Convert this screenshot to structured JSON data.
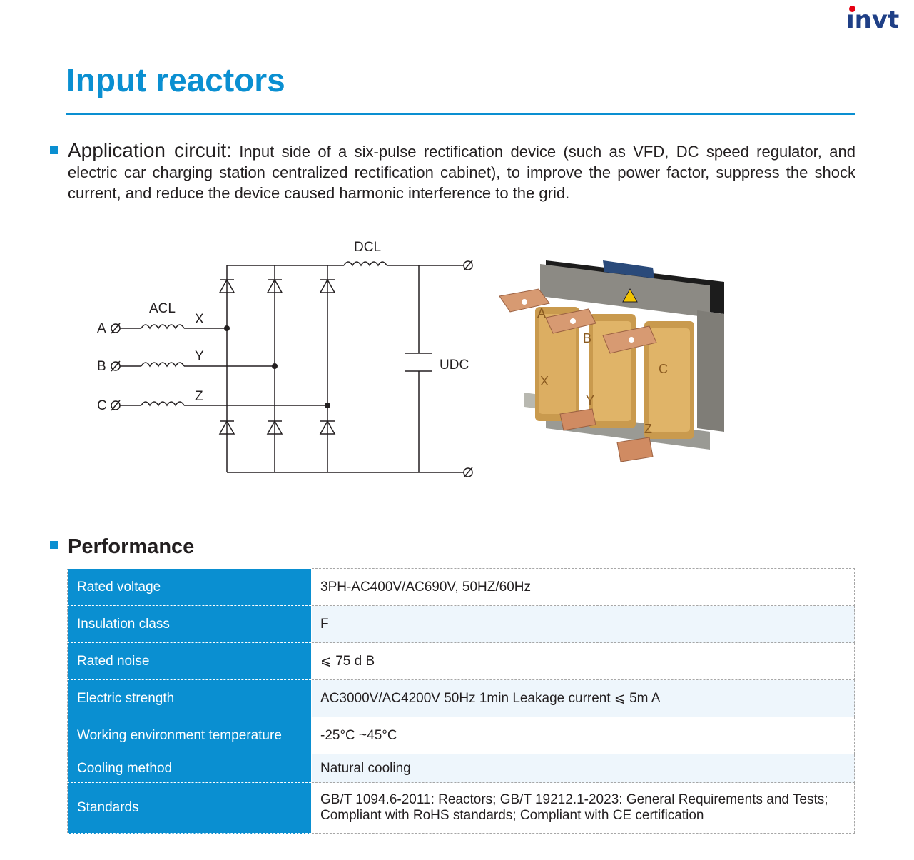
{
  "brand": {
    "logo_text": "ınvt"
  },
  "page": {
    "title": "Input reactors"
  },
  "application": {
    "label": "Application circuit:",
    "text": " Input side of a six-pulse rectification device (such as VFD, DC speed regulator, and electric car charging station centralized rectification cabinet), to improve the power factor, suppress the shock current, and reduce the device caused harmonic interference to the grid."
  },
  "circuit": {
    "dcl_label": "DCL",
    "acl_label": "ACL",
    "udc_label": "UDC",
    "inputs": [
      "A",
      "B",
      "C"
    ],
    "outputs": [
      "X",
      "Y",
      "Z"
    ],
    "terminal_symbol": "∅"
  },
  "performance": {
    "title": "Performance",
    "rows": [
      {
        "key": "Rated voltage",
        "value": "3PH-AC400V/AC690V, 50HZ/60Hz"
      },
      {
        "key": "Insulation class",
        "value": "F"
      },
      {
        "key": "Rated noise",
        "value": "⩽ 75 d B"
      },
      {
        "key": "Electric strength",
        "value": "AC3000V/AC4200V  50Hz  1min  Leakage current ⩽ 5m A"
      },
      {
        "key": "Working environment temperature",
        "value": "-25°C ~45°C"
      },
      {
        "key": "Cooling method",
        "value": "Natural cooling"
      },
      {
        "key": "Standards",
        "value": "GB/T 1094.6-2011: Reactors; GB/T 19212.1-2023: General Requirements and Tests; Compliant with RoHS standards; Compliant with CE certification"
      }
    ]
  },
  "photo": {
    "winding_labels": [
      "A",
      "B",
      "C",
      "X",
      "Y",
      "Z"
    ]
  },
  "colors": {
    "accent": "#0a8fd1",
    "brand_navy": "#1f3f86",
    "brand_red": "#e60012"
  }
}
